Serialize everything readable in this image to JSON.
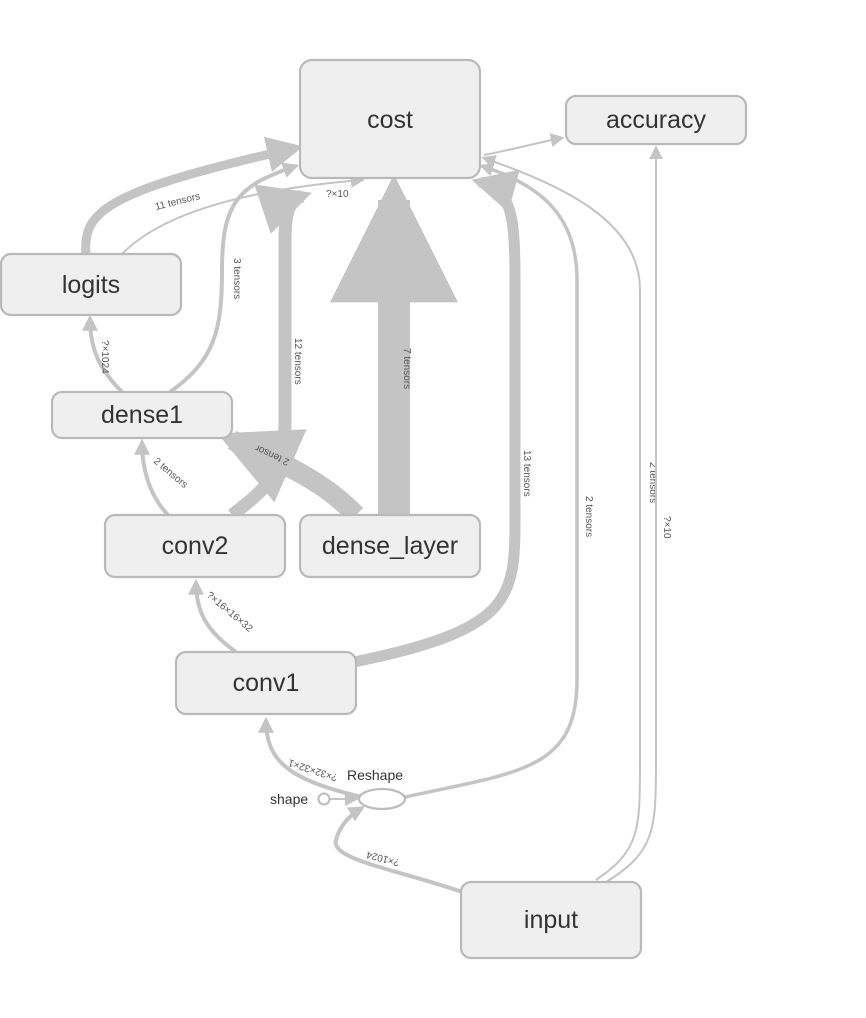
{
  "graph": {
    "nodes": {
      "cost": "cost",
      "accuracy": "accuracy",
      "logits": "logits",
      "dense1": "dense1",
      "conv2": "conv2",
      "dense_layer": "dense_layer",
      "conv1": "conv1",
      "input": "input",
      "reshape": "Reshape",
      "shape": "shape"
    },
    "edges": {
      "logits_to_cost": "11 tensors",
      "logits_to_cost_thin": "?×10",
      "dense1_to_cost": "3 tensors",
      "dense1_to_logits": "?×1024",
      "conv2_to_cost": "12 tensors",
      "conv2_to_dense1": "2 tensors",
      "dense_layer_to_cost": "7 tensors",
      "dense_layer_to_dense1": "2 tensor",
      "conv1_to_cost": "13 tensors",
      "conv1_to_conv2": "?×16×16×32",
      "reshape_to_cost": "2 tensors",
      "reshape_to_conv1": "?×32×32×1",
      "input_to_accuracy_a": "2 tensors",
      "input_to_accuracy_b": "?×10",
      "input_to_reshape": "?×1024"
    }
  }
}
